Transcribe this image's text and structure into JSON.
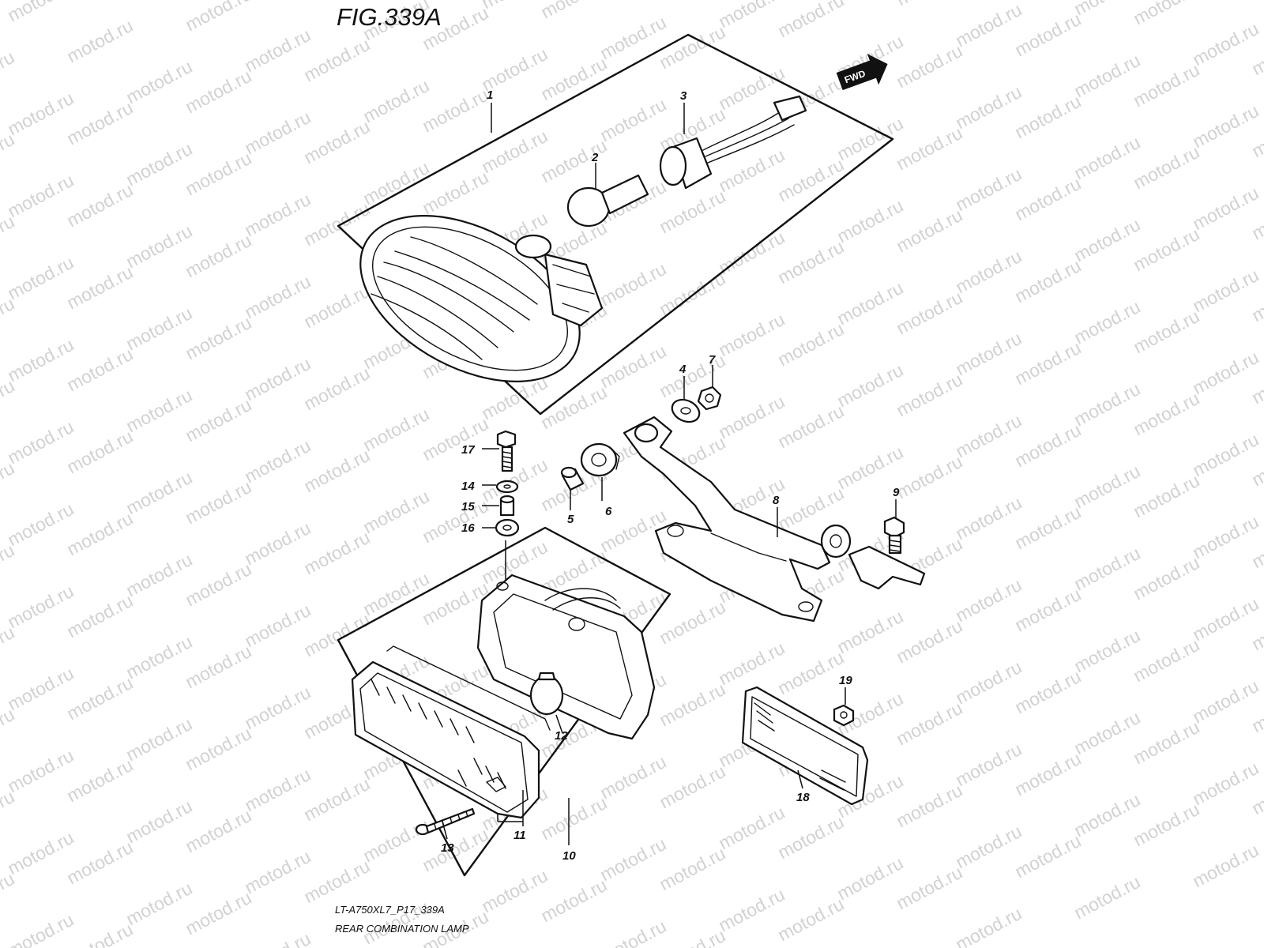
{
  "figure_title": "FIG.339A",
  "direction_badge": "FWD",
  "watermark_text": "motod.ru",
  "caption": {
    "model_code": "LT-A750XL7_P17_339A",
    "name": "REAR COMBINATION LAMP"
  },
  "callouts": [
    "1",
    "2",
    "3",
    "4",
    "5",
    "6",
    "7",
    "8",
    "9",
    "10",
    "11",
    "12",
    "13",
    "14",
    "15",
    "16",
    "17",
    "18",
    "19"
  ],
  "colors": {
    "ink": "#111111",
    "background": "#ffffff",
    "watermark": "#d2d2d2"
  }
}
